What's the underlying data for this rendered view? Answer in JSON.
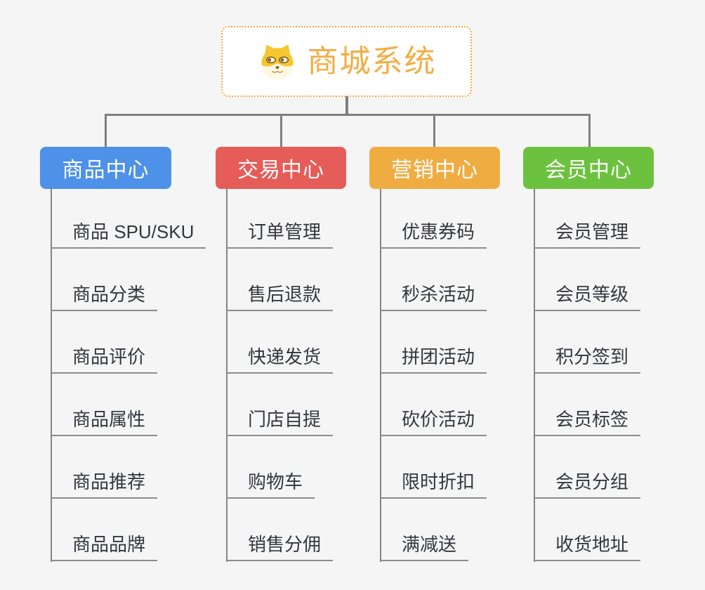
{
  "root": {
    "title": "商城系统",
    "icon": "doge-icon",
    "border_color": "#F3A93C",
    "title_color": "#F2AE45"
  },
  "branches": [
    {
      "label": "商品中心",
      "color": "#4D91E9",
      "children": [
        "商品 SPU/SKU",
        "商品分类",
        "商品评价",
        "商品属性",
        "商品推荐",
        "商品品牌"
      ]
    },
    {
      "label": "交易中心",
      "color": "#E65C59",
      "children": [
        "订单管理",
        "售后退款",
        "快递发货",
        "门店自提",
        "购物车",
        "销售分佣"
      ]
    },
    {
      "label": "营销中心",
      "color": "#EFAD41",
      "children": [
        "优惠券码",
        "秒杀活动",
        "拼团活动",
        "砍价活动",
        "限时折扣",
        "满减送"
      ]
    },
    {
      "label": "会员中心",
      "color": "#6CC23F",
      "children": [
        "会员管理",
        "会员等级",
        "积分签到",
        "会员标签",
        "会员分组",
        "收货地址"
      ]
    }
  ],
  "connector_color": "#7F7F7F",
  "background_color": "#F5F5F5"
}
